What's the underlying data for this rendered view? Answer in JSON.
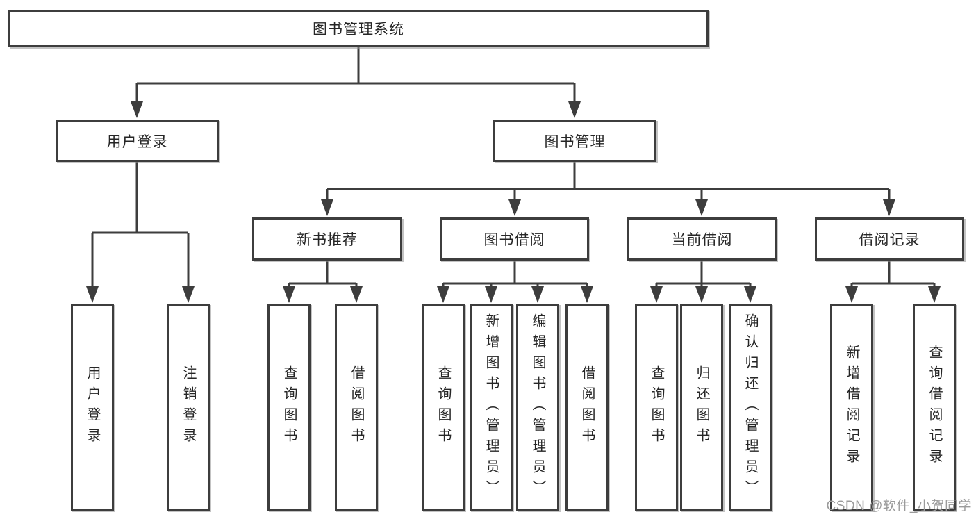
{
  "diagram": {
    "title": "图书管理系统",
    "nodes": {
      "root": {
        "label": "图书管理系统"
      },
      "user_login": {
        "label": "用户登录",
        "children": [
          {
            "label": "用户登录"
          },
          {
            "label": "注销登录"
          }
        ]
      },
      "book_management": {
        "label": "图书管理",
        "children": [
          {
            "label": "新书推荐",
            "children": [
              {
                "label": "查询图书"
              },
              {
                "label": "借阅图书"
              }
            ]
          },
          {
            "label": "图书借阅",
            "children": [
              {
                "label": "查询图书"
              },
              {
                "label": "新增图书（管理员）"
              },
              {
                "label": "编辑图书（管理员）"
              },
              {
                "label": "借阅图书"
              }
            ]
          },
          {
            "label": "当前借阅",
            "children": [
              {
                "label": "查询图书"
              },
              {
                "label": "归还图书"
              },
              {
                "label": "确认归还（管理员）"
              }
            ]
          },
          {
            "label": "借阅记录",
            "children": [
              {
                "label": "新增借阅记录"
              },
              {
                "label": "查询借阅记录"
              }
            ]
          }
        ]
      }
    },
    "colors": {
      "line": "#3d3d3d",
      "text": "#262626",
      "background": "#ffffff",
      "watermark": "#9b9b9b"
    }
  },
  "watermark": {
    "text": "CSDN @软件_小贺同学"
  }
}
